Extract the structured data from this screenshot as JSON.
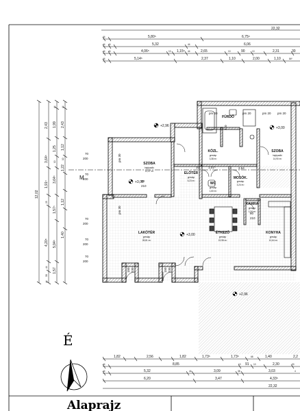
{
  "title": "Alaprajz",
  "north_letter": "É",
  "dims_top": {
    "row0": [
      "22,32"
    ],
    "row1": [
      "44",
      "5,80⁵",
      "6,75⁵"
    ],
    "row2": [
      "44",
      "44",
      "5,32",
      "44",
      "6,06"
    ],
    "row3": [
      "44",
      "44",
      "4,06⁵",
      "10",
      "1,15⁵",
      "44",
      "2,65",
      "10",
      "90",
      "10",
      "2,31",
      "30"
    ],
    "row4": [
      "44",
      "5,14⁵",
      "2,37",
      "1,10",
      "2,00",
      "1,10",
      "84⁵"
    ]
  },
  "dims_bottom": {
    "row1": [
      "1,82",
      "2,56",
      "1,82",
      "1,73⁵",
      "1,73⁵",
      "68",
      "1,40",
      "2,2"
    ],
    "row2": [
      "44",
      "8,85",
      "10",
      "91",
      "10",
      "2,30",
      "30"
    ],
    "row3": [
      "44",
      "5,32",
      "44",
      "3,09",
      "38",
      "3,03",
      "4"
    ],
    "row4": [
      "6,20",
      "3,47",
      "4,33⁵"
    ],
    "row5": [
      "22,32"
    ]
  },
  "dims_left": {
    "overall": "12,02",
    "col2": [
      "2,43",
      "3,64⁵",
      "1,91⁵",
      "25",
      "4,20⁵",
      "5,94⁵",
      "44",
      "58",
      "44"
    ],
    "col3": [
      "44",
      "1,99",
      "1,25",
      "10",
      "3,64⁵",
      "10",
      "1,57⁵",
      "5,06⁵",
      "1,46",
      "1,57"
    ],
    "col4": [
      "44",
      "2,43",
      "1,12",
      "10",
      "1,22",
      "1,12",
      "1,40"
    ]
  },
  "rooms": [
    {
      "name": "FÜRDŐ",
      "floor": "",
      "area": ""
    },
    {
      "name": "KÖZL.",
      "floor": "greslap",
      "area": "3,38 m²"
    },
    {
      "name": "SZOBA",
      "floor": "hajópadló",
      "area": "14,90 m²"
    },
    {
      "name": "SZOBA",
      "floor": "hajópadló",
      "area": "12,47 m²"
    },
    {
      "name": "ELŐTÉR",
      "floor": "greslap",
      "area": "5,23 m²"
    },
    {
      "name": "MOSÓK.",
      "floor": "greslap",
      "area": "3,24 m²"
    },
    {
      "name": "WC",
      "floor": "greslap",
      "area": "1,60 m²"
    },
    {
      "name": "KAMRA",
      "floor": "greslap",
      "area": "1,34 m²"
    },
    {
      "name": "LAKÓTÉR",
      "floor": "greslap",
      "area": "28,81 m²"
    },
    {
      "name": "ÉTKEZŐ",
      "floor": "greslap",
      "area": "19,98 m²"
    },
    {
      "name": "KONYHA",
      "floor": "greslap",
      "area": "10,64 m²"
    }
  ],
  "levels": [
    "+2,96",
    "+3,00",
    "+3,00",
    "+3,00",
    "+2,96"
  ],
  "door_labels": [
    "70",
    "200",
    "70",
    "200",
    "70",
    "200",
    "70",
    "200",
    "70",
    "200",
    "90",
    "210",
    "pm 30",
    "pm 30",
    "pm 20",
    "pm 20",
    "pm 20",
    "pm 20",
    "150",
    "230",
    "150",
    "230",
    "75",
    "210",
    "80",
    "210",
    "2,54",
    "1,01⁵",
    "10"
  ],
  "section_mark": "M"
}
